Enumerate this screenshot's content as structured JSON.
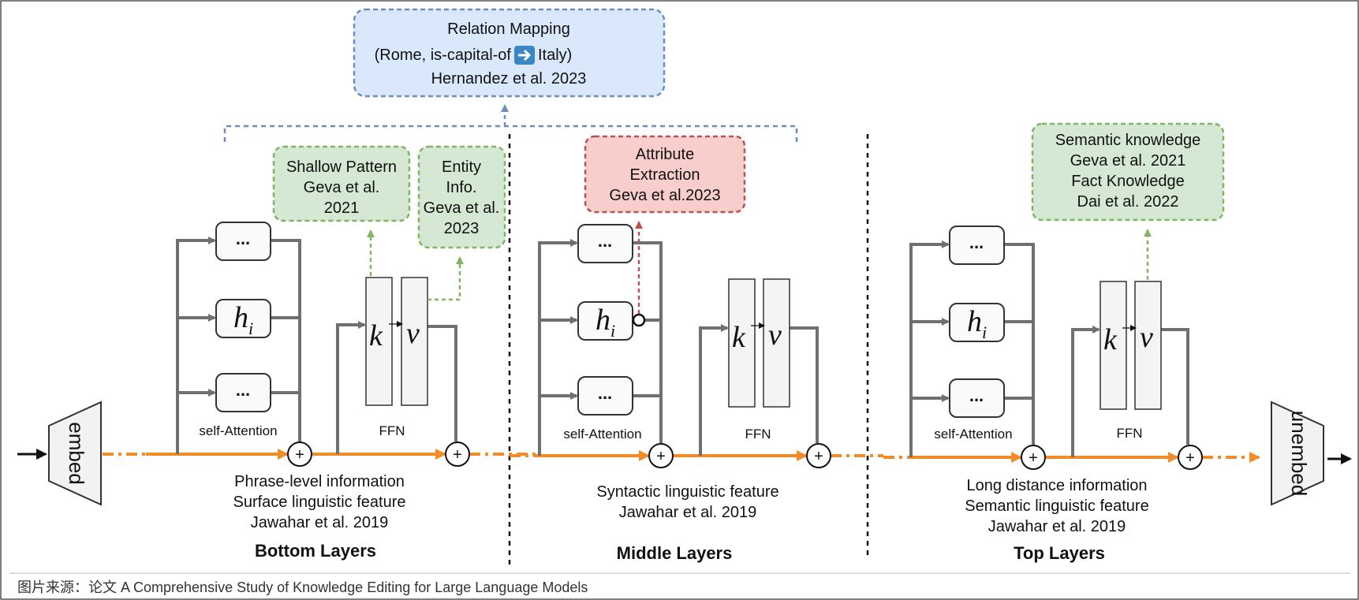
{
  "relation_box": {
    "line1": "Relation Mapping",
    "line2_pre": "(Rome, is-capital-of",
    "line2_post": "Italy)",
    "line3": "Hernandez et al. 2023",
    "color": "#dae8fc",
    "border": "#6c8ebf"
  },
  "bottom": {
    "shallow": [
      "Shallow Pattern",
      "Geva et al.",
      "2021"
    ],
    "entity": [
      "Entity",
      "Info.",
      "Geva et al.",
      "2023"
    ],
    "attn_label": "self-Attention",
    "ffn_label": "FFN",
    "desc": [
      "Phrase-level information",
      "Surface linguistic feature",
      "Jawahar et al. 2019"
    ],
    "title": "Bottom  Layers"
  },
  "middle": {
    "attribute": [
      "Attribute",
      "Extraction",
      "Geva et al.2023"
    ],
    "attn_label": "self-Attention",
    "ffn_label": "FFN",
    "desc": [
      "Syntactic linguistic feature",
      "Jawahar et al. 2019"
    ],
    "title": "Middle Layers"
  },
  "top": {
    "semantic": [
      "Semantic knowledge",
      "Geva et al. 2021",
      "Fact Knowledge",
      "Dai et al. 2022"
    ],
    "attn_label": "self-Attention",
    "ffn_label": "FFN",
    "desc": [
      "Long distance information",
      "Semantic linguistic feature",
      "Jawahar et al. 2019"
    ],
    "title": "Top Layers"
  },
  "head": {
    "dots": "...",
    "h": "h",
    "h_sub": "i",
    "k": "k",
    "v": "v",
    "plus": "+"
  },
  "embed": "embed",
  "unembed": "unembed",
  "caption": "图片来源：论文 A Comprehensive Study of Knowledge Editing for Large Language Models",
  "colors": {
    "green_fill": "#d5e8d4",
    "green_border": "#82b366",
    "red_fill": "#f8cecc",
    "red_border": "#b85450",
    "orange": "#f28c28",
    "gray": "#707070"
  }
}
